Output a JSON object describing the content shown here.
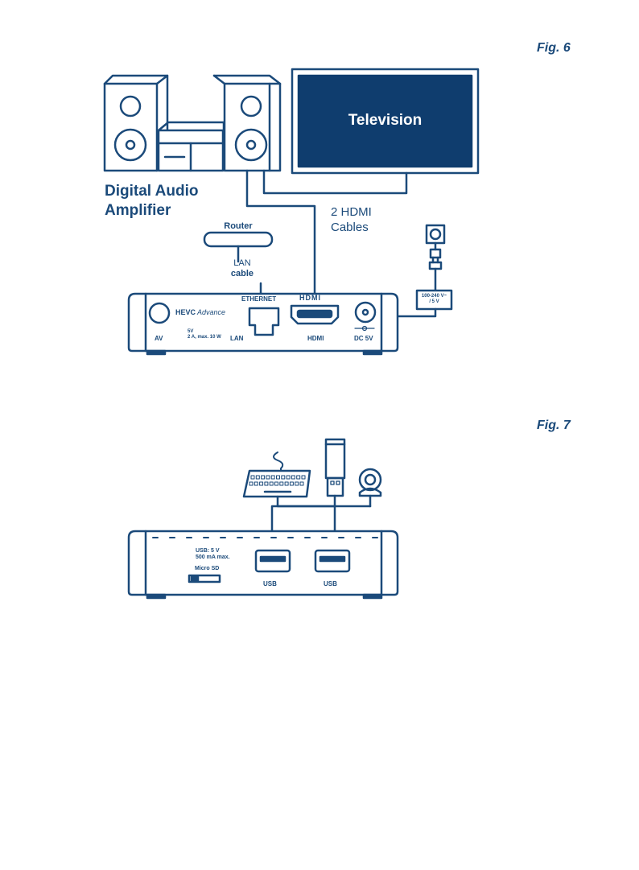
{
  "figures": {
    "fig6": {
      "label": "Fig. 6",
      "television": "Television",
      "amplifier_line1": "Digital Audio",
      "amplifier_line2": "Amplifier",
      "hdmi_cables_line1": "2 HDMI",
      "hdmi_cables_line2": "Cables",
      "router": "Router",
      "lan_line1": "LAN",
      "lan_line2": "cable",
      "brand_line1": "HEVC",
      "brand_line2": "Advance",
      "ethernet": "ETHERNET",
      "hdmi_logo": "HDMI",
      "port_av": "AV",
      "port_lan": "LAN",
      "port_hdmi": "HDMI",
      "port_dc": "DC 5V",
      "power_rating_line1": "5V",
      "power_rating_line2": "2 A, max. 10 W",
      "psu_line1": "100-240 V~",
      "psu_line2": "/ 5 V"
    },
    "fig7": {
      "label": "Fig. 7",
      "usb_rating_line1": "USB: 5 V",
      "usb_rating_line2": "500 mA max.",
      "micro_sd": "Micro SD",
      "usb_left": "USB",
      "usb_right": "USB"
    }
  },
  "colors": {
    "line": "#1b4a7a",
    "tv_fill": "#0f3d6e",
    "text": "#1b4a7a",
    "background": "#ffffff"
  }
}
